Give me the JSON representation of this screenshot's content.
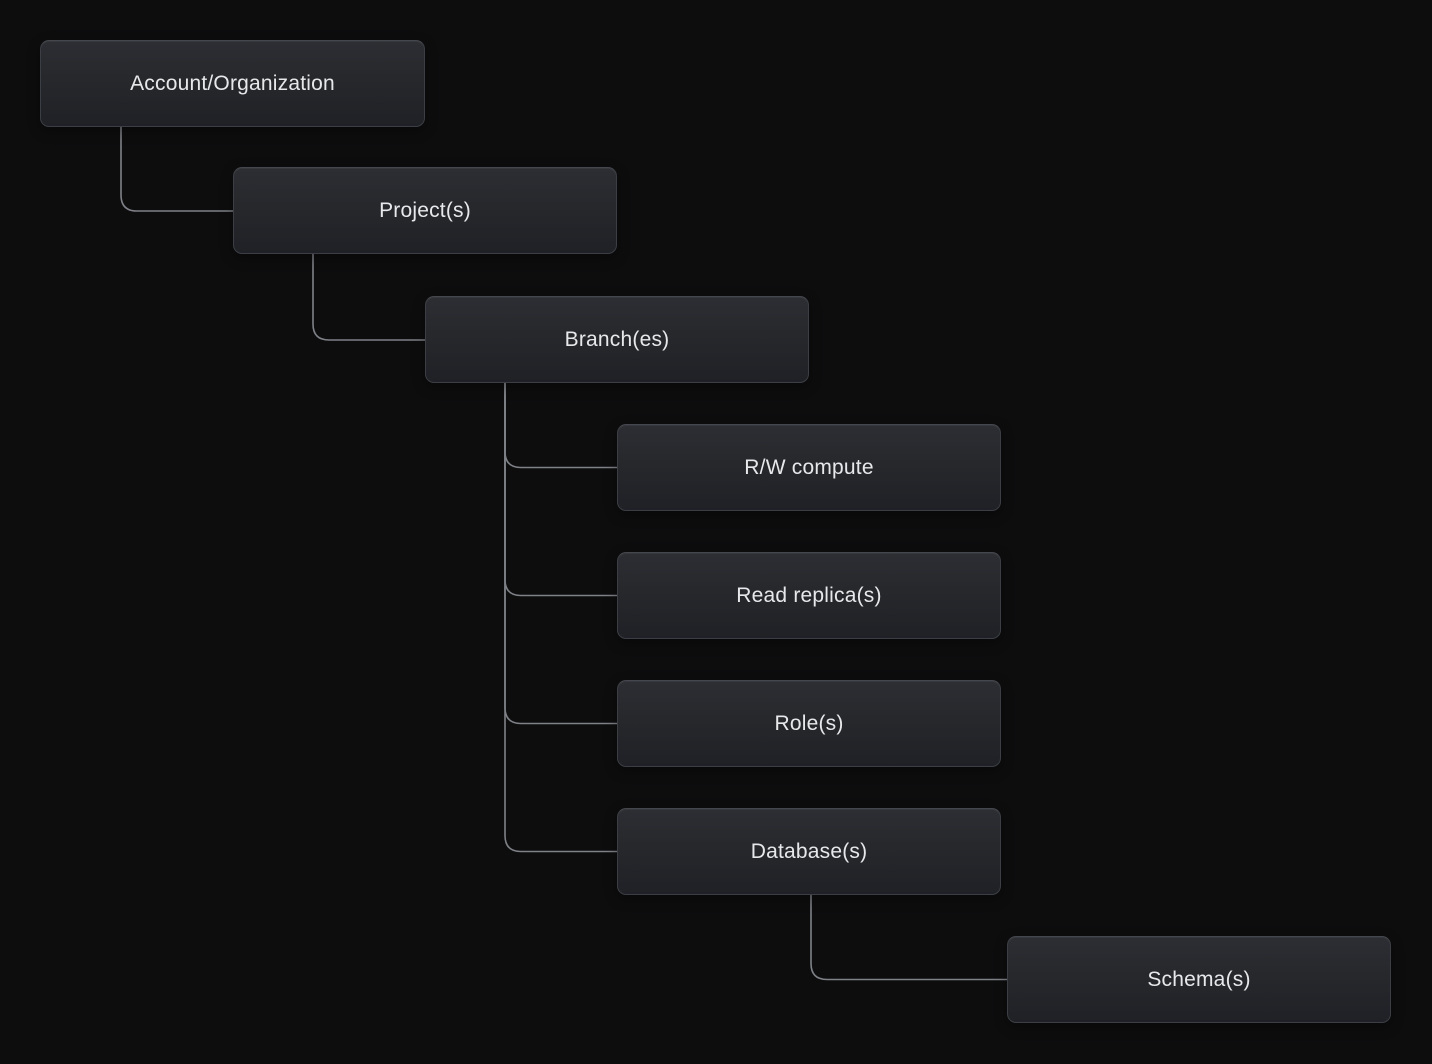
{
  "diagram": {
    "type": "hierarchy-tree",
    "nodes": [
      {
        "id": "account-organization",
        "label": "Account/Organization",
        "level": 0
      },
      {
        "id": "projects",
        "label": "Project(s)",
        "level": 1
      },
      {
        "id": "branches",
        "label": "Branch(es)",
        "level": 2
      },
      {
        "id": "rw-compute",
        "label": "R/W compute",
        "level": 3
      },
      {
        "id": "read-replicas",
        "label": "Read replica(s)",
        "level": 3
      },
      {
        "id": "roles",
        "label": "Role(s)",
        "level": 3
      },
      {
        "id": "databases",
        "label": "Database(s)",
        "level": 3
      },
      {
        "id": "schemas",
        "label": "Schema(s)",
        "level": 4
      }
    ],
    "edges": [
      {
        "from": "account-organization",
        "to": "projects"
      },
      {
        "from": "projects",
        "to": "branches"
      },
      {
        "from": "branches",
        "to": "rw-compute"
      },
      {
        "from": "branches",
        "to": "read-replicas"
      },
      {
        "from": "branches",
        "to": "roles"
      },
      {
        "from": "branches",
        "to": "databases"
      },
      {
        "from": "databases",
        "to": "schemas"
      }
    ],
    "colors": {
      "background": "#0d0d0e",
      "node_fill_top": "#2c2e33",
      "node_fill_bottom": "#1f2126",
      "node_border": "#3b3e44",
      "connector": "#7e8187",
      "text": "#e7e8ea"
    }
  }
}
